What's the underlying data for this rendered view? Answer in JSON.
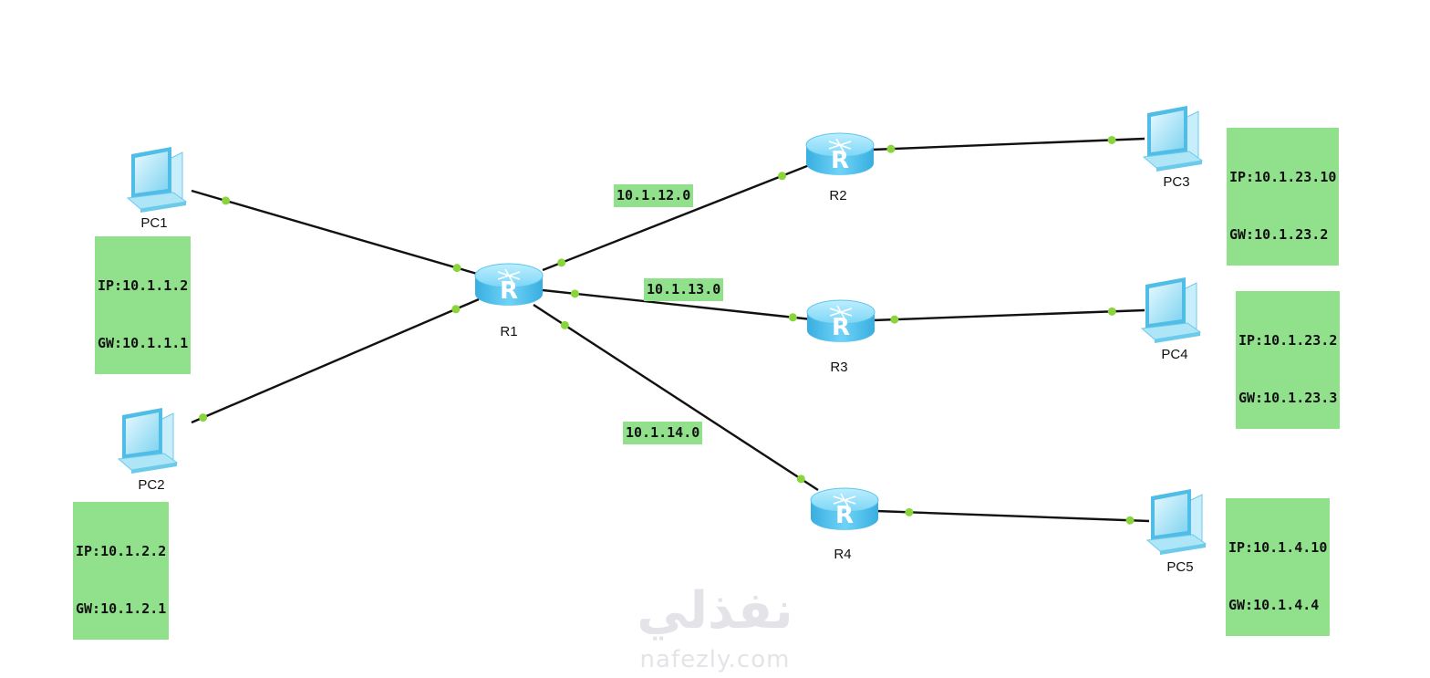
{
  "devices": {
    "pc1": {
      "name": "PC1",
      "ip": "IP:10.1.1.2",
      "gw": "GW:10.1.1.1"
    },
    "pc2": {
      "name": "PC2",
      "ip": "IP:10.1.2.2",
      "gw": "GW:10.1.2.1"
    },
    "pc3": {
      "name": "PC3",
      "ip": "IP:10.1.23.10",
      "gw": "GW:10.1.23.2"
    },
    "pc4": {
      "name": "PC4",
      "ip": "IP:10.1.23.2",
      "gw": "GW:10.1.23.3"
    },
    "pc5": {
      "name": "PC5",
      "ip": "IP:10.1.4.10",
      "gw": "GW:10.1.4.4"
    },
    "r1": {
      "name": "R1"
    },
    "r2": {
      "name": "R2"
    },
    "r3": {
      "name": "R3"
    },
    "r4": {
      "name": "R4"
    }
  },
  "networks": {
    "r1_r2": "10.1.12.0",
    "r1_r3": "10.1.13.0",
    "r1_r4": "10.1.14.0"
  },
  "links": [
    [
      "pc1",
      "r1"
    ],
    [
      "pc2",
      "r1"
    ],
    [
      "r1",
      "r2"
    ],
    [
      "r1",
      "r3"
    ],
    [
      "r1",
      "r4"
    ],
    [
      "r2",
      "pc3"
    ],
    [
      "r3",
      "pc4"
    ],
    [
      "r4",
      "pc5"
    ]
  ],
  "watermark": {
    "arabic": "نفذلي",
    "latin": "nafezly.com"
  },
  "colors": {
    "label_bg": "#90e08c",
    "port_dot": "#8ad43c",
    "router": "#4fc3ee",
    "pc": "#7fd6f2"
  }
}
